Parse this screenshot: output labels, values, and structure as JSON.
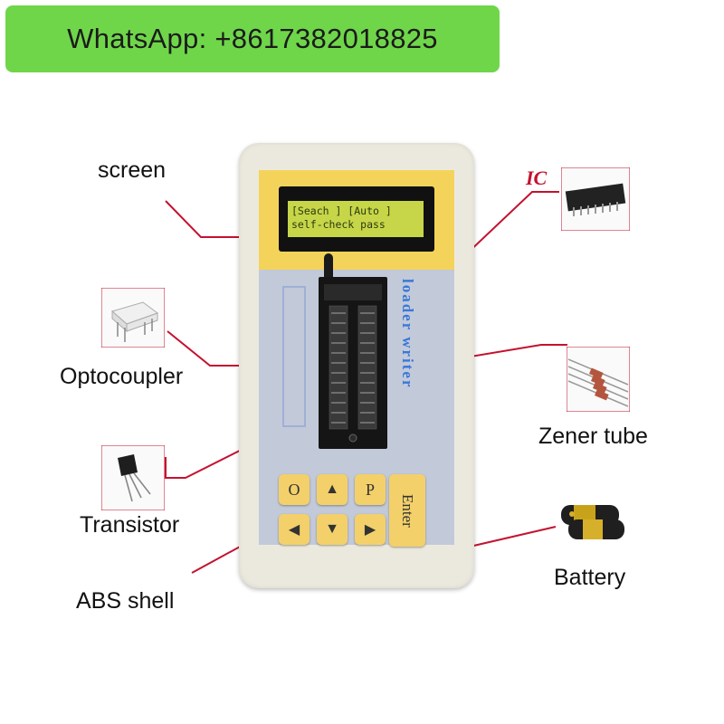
{
  "banner": {
    "text": "WhatsApp: +8617382018825"
  },
  "labels": {
    "screen": "screen",
    "ic": "IC",
    "optocoupler": "Optocoupler",
    "zener": "Zener tube",
    "transistor": "Transistor",
    "battery": "Battery",
    "abs_shell": "ABS shell"
  },
  "device": {
    "lcd_line1": "[Seach ] [Auto ]",
    "lcd_line2": "self-check pass",
    "side_text": "loader writer",
    "keys": {
      "o": "O",
      "up": "▲",
      "p": "P",
      "left": "◀",
      "down": "▼",
      "right": "▶",
      "enter": "Enter"
    }
  },
  "colors": {
    "banner": "#6fd64a",
    "leader_line": "#c4122f",
    "key": "#f3d06a",
    "lcd": "#c7d648"
  }
}
